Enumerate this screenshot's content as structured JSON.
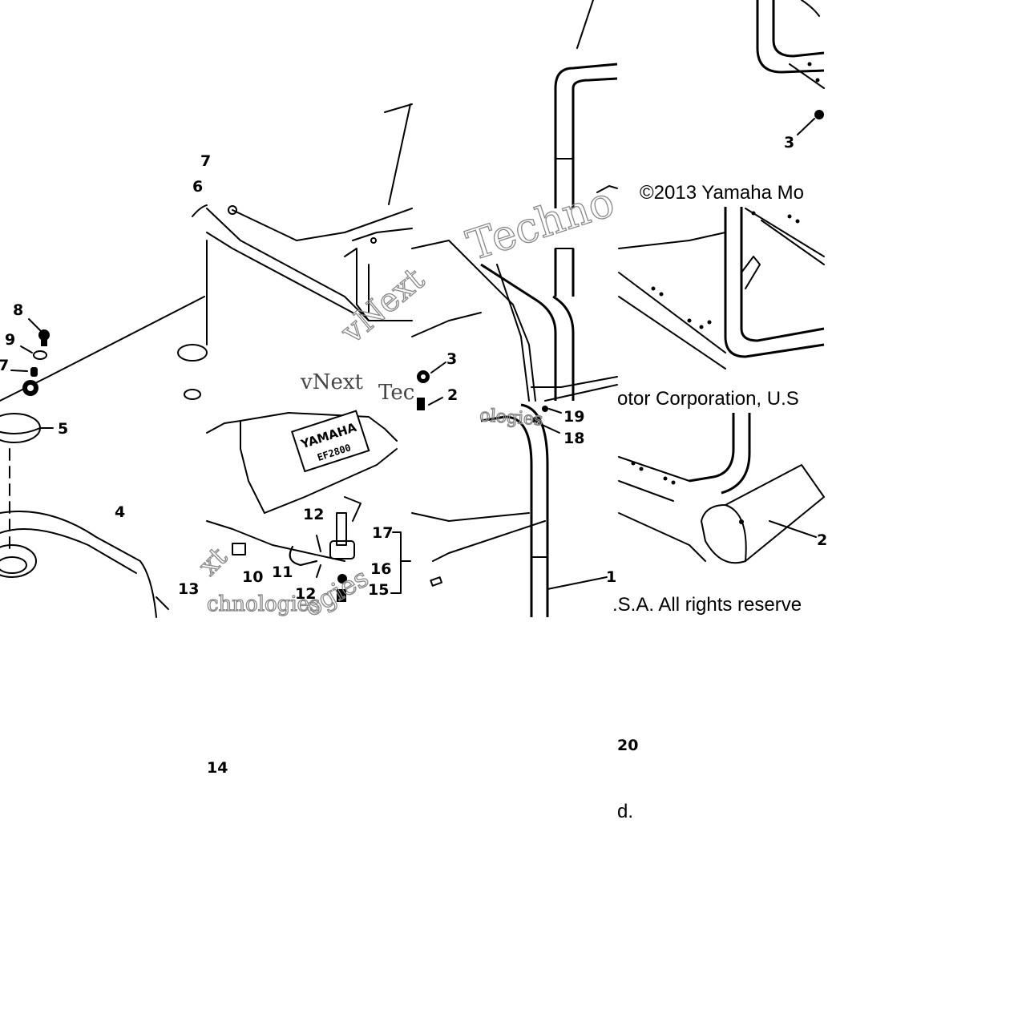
{
  "copyright": {
    "line1": "©2013 Yamaha Mo",
    "line2": "otor Corporation, U.S",
    "line3": ".S.A. All rights reserve",
    "line4": "d."
  },
  "watermark": {
    "brand": "vNext Technologies",
    "fragments": [
      "Techno",
      "vNext",
      "Tec",
      "ologies",
      "chnologies",
      "xt",
      "ogies"
    ]
  },
  "tank_badge": {
    "line1": "YAMAHA",
    "line2": "EF2800"
  },
  "callouts": [
    "1",
    "2",
    "3",
    "4",
    "5",
    "6",
    "7",
    "8",
    "9",
    "10",
    "11",
    "12",
    "13",
    "14",
    "15",
    "16",
    "17",
    "18",
    "19",
    "20"
  ]
}
